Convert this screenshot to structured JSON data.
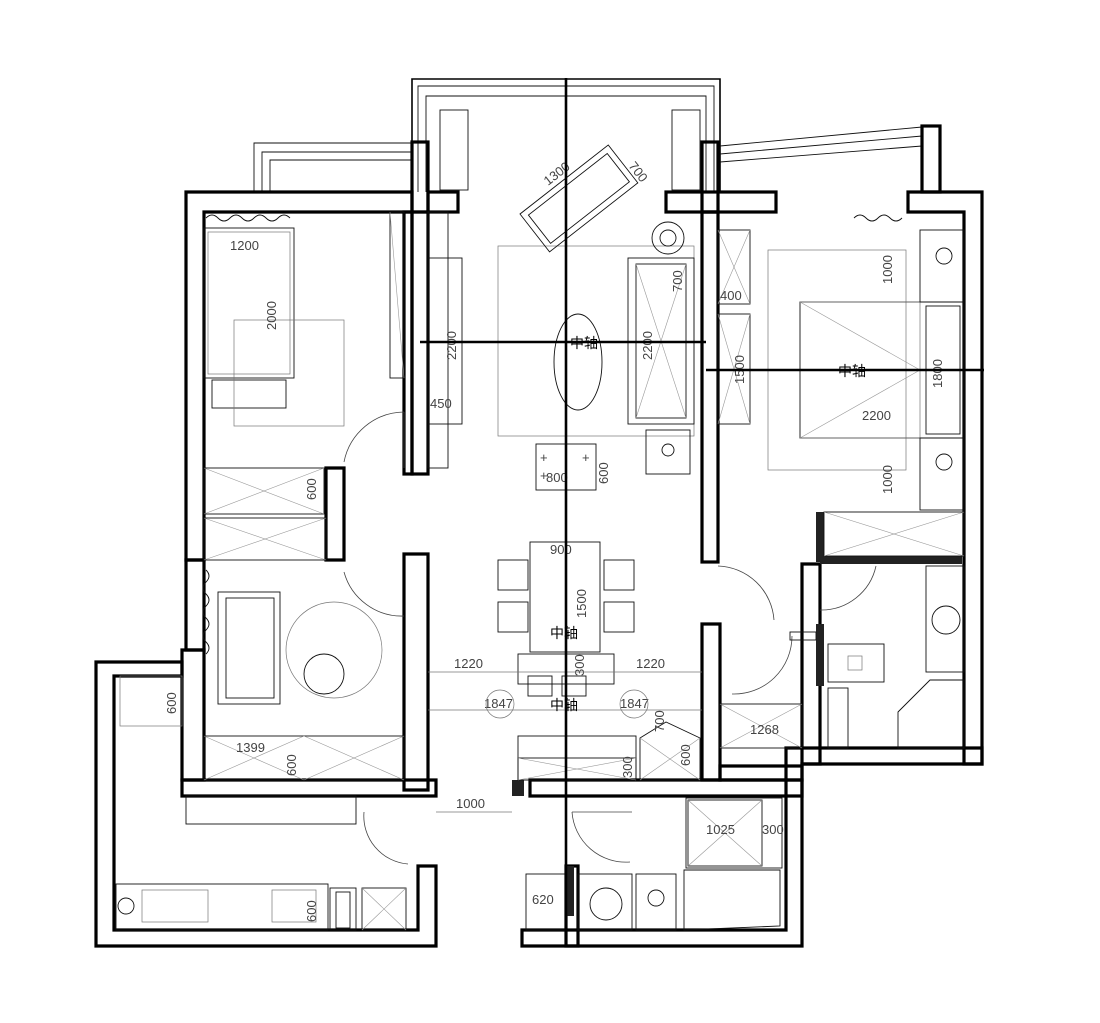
{
  "plan": {
    "axis_label": "中轴",
    "dims": {
      "bed1_w": "1200",
      "bed1_l": "2000",
      "tv_left_l": "2200",
      "tv_left_d": "450",
      "wardrobe1_d": "600",
      "chaise_l": "1300",
      "chaise_d": "700",
      "sofa_l": "2200",
      "sofa_d": "700",
      "side_table": "400",
      "bed2_head_l": "1500",
      "bed2_l": "2200",
      "bed2_w": "1800",
      "nightstand_top": "1000",
      "nightstand_bottom": "1000",
      "coffee_w": "800",
      "coffee_d": "600",
      "dining_w": "900",
      "dining_l": "1500",
      "bench_d": "300",
      "aisle_left": "1220",
      "aisle_right": "1220",
      "circle_left": "1847",
      "circle_right": "1847",
      "cabinet_d": "700",
      "cabinet2_d": "600",
      "storage_d": "600",
      "study_desk_l": "1399",
      "study_desk_d": "600",
      "balcony_cab": "600",
      "entry_w": "1000",
      "bath_w": "1268",
      "laundry_w": "1025",
      "laundry_d": "300",
      "kitchen_counter_d": "600",
      "fridge_w": "620"
    }
  }
}
